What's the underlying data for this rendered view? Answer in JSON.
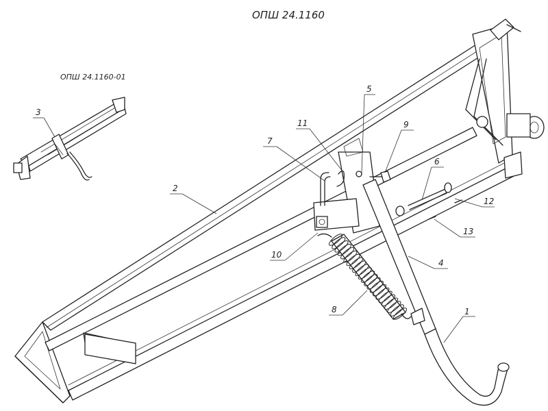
{
  "title_main": "ОПШ 24.1160",
  "title_variant": "ОПШ 24.1160-01",
  "callouts": {
    "c1": "1",
    "c2": "2",
    "c3": "3",
    "c4": "4",
    "c5": "5",
    "c6": "6",
    "c7": "7",
    "c8": "8",
    "c9": "9",
    "c10": "10",
    "c11": "11",
    "c12": "12",
    "c13": "13"
  }
}
